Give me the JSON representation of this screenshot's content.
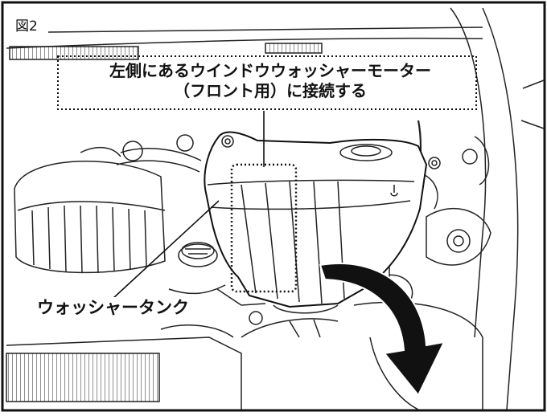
{
  "figure": {
    "label": "図2",
    "callouts": {
      "motor_line1": "左側にあるウインドウウォッシャーモーター",
      "motor_line2": "（フロント用）に接続する",
      "tank": "ウォッシャータンク"
    }
  }
}
